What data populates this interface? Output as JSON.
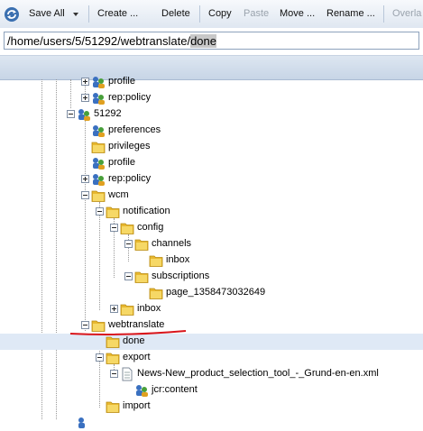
{
  "toolbar": {
    "save_all": "Save All",
    "create": "Create ...",
    "delete": "Delete",
    "copy": "Copy",
    "paste": "Paste",
    "move": "Move ...",
    "rename": "Rename ...",
    "overlay": "Overla"
  },
  "path": {
    "prefix": "/home/users/5/51292/webtranslate/",
    "selected": "done"
  },
  "tree": {
    "profile_a": "profile",
    "rep_policy_a": "rep:policy",
    "user_51292": "51292",
    "preferences": "preferences",
    "privileges": "privileges",
    "profile_b": "profile",
    "rep_policy_b": "rep:policy",
    "wcm": "wcm",
    "notification": "notification",
    "config": "config",
    "channels": "channels",
    "inbox_channels": "inbox",
    "subscriptions": "subscriptions",
    "page": "page_1358473032649",
    "inbox_notification": "inbox",
    "webtranslate": "webtranslate",
    "done": "done",
    "export": "export",
    "xml_file": "News-New_product_selection_tool_-_Grund-en-en.xml",
    "jcr_content": "jcr:content",
    "import": "import"
  },
  "colors": {
    "folder": "#f2d25a",
    "selected_row": "#dfe9f6",
    "annotation": "#d9151b"
  },
  "icons": [
    "refresh-icon",
    "folder-icon",
    "user-node-icon",
    "file-icon",
    "expand-icon",
    "collapse-icon"
  ]
}
